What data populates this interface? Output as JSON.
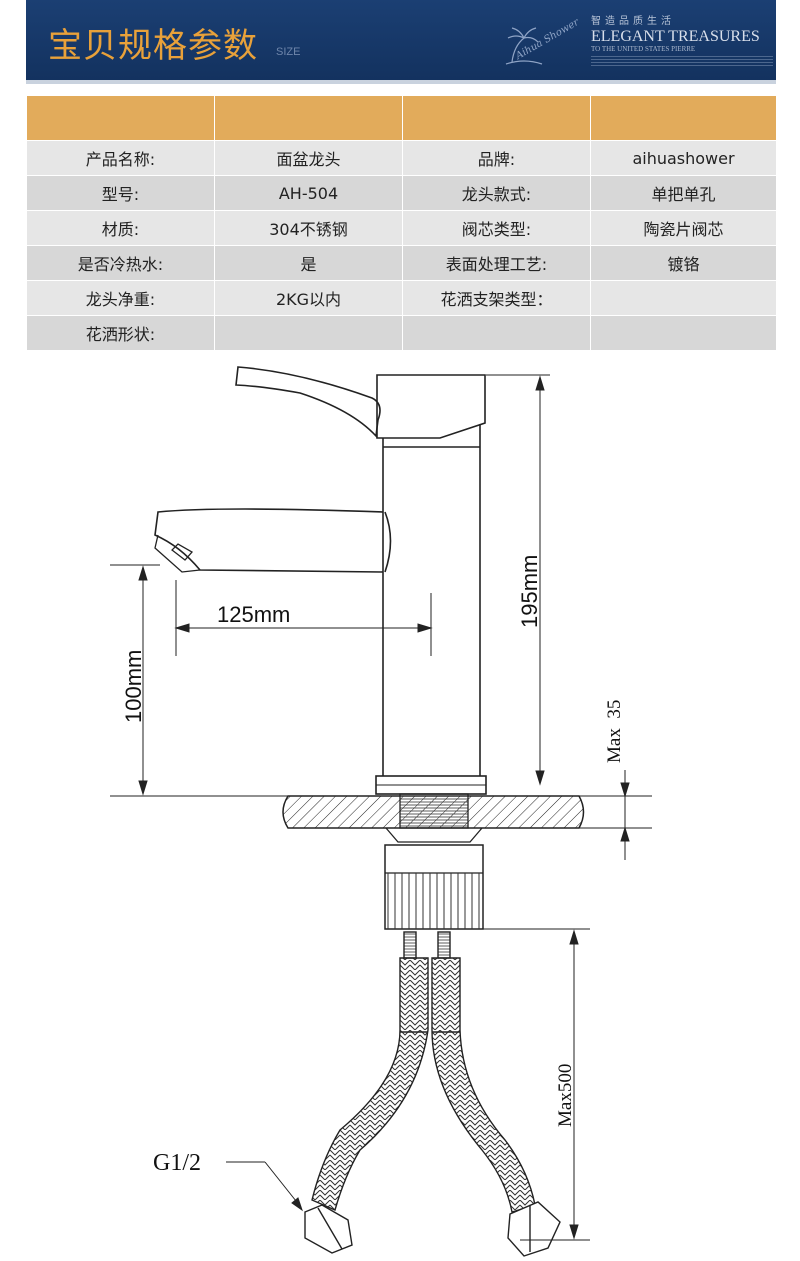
{
  "banner": {
    "title": "宝贝规格参数",
    "size_label": "SIZE",
    "logo_text": "Aihua Shower",
    "slogan_cn": "智造品质生活",
    "slogan_en": "ELEGANT TREASURES",
    "slogan_sub": "TO THE UNITED STATES PIERRE",
    "colors": {
      "background": "#1b3f73",
      "title": "#e8a13a"
    }
  },
  "table": {
    "header": [
      "",
      "",
      "",
      ""
    ],
    "rows": [
      [
        "产品名称:",
        "面盆龙头",
        "品牌:",
        "aihuashower"
      ],
      [
        "型号:",
        "AH-504",
        "龙头款式:",
        "单把单孔"
      ],
      [
        "材质:",
        "304不锈钢",
        "阀芯类型:",
        "陶瓷片阀芯"
      ],
      [
        "是否冷热水:",
        "是",
        "表面处理工艺:",
        "镀铬"
      ],
      [
        "龙头净重:",
        "2KG以内",
        "花洒支架类型：",
        ""
      ],
      [
        "花洒形状:",
        "",
        "",
        ""
      ]
    ],
    "colors": {
      "header": "#e2ab5b",
      "row_light": "#e6e6e6",
      "row_dark": "#d7d7d7"
    }
  },
  "drawing": {
    "dim_height": "195mm",
    "dim_spout_reach": "125mm",
    "dim_spout_height": "100mm",
    "dim_max_thickness": "Max  35",
    "dim_hose_length": "Max500",
    "thread_label": "G1/2"
  }
}
